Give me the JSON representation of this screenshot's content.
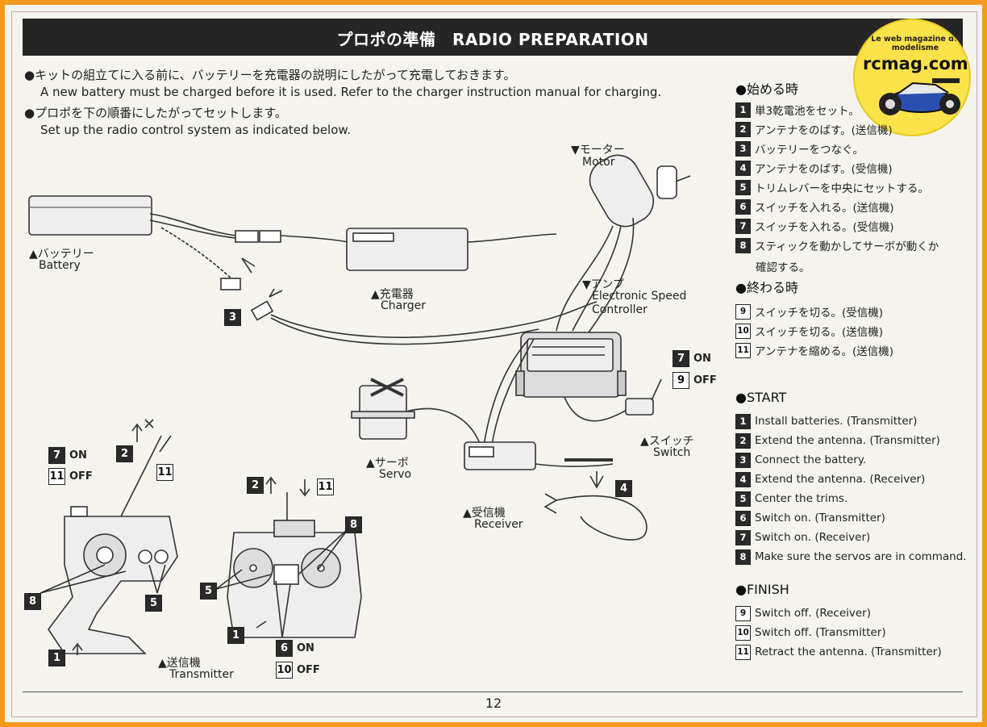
{
  "header": {
    "title": "プロポの準備　RADIO PREPARATION"
  },
  "intro": {
    "line1_jp": "●キットの組立てに入る前に、バッテリーを充電器の説明にしたがって充電しておきます。",
    "line1_en": "A new battery must be charged before it is used. Refer to the charger instruction manual for charging.",
    "line2_jp": "●プロポを下の順番にしたがってセットします。",
    "line2_en": "Set up the radio control system as indicated below."
  },
  "labels": {
    "battery_jp": "▲バッテリー",
    "battery_en": "Battery",
    "charger_jp": "▲充電器",
    "charger_en": "Charger",
    "motor_jp": "▼モーター",
    "motor_en": "Motor",
    "esc_jp": "▼アンプ",
    "esc_en1": "Electronic Speed",
    "esc_en2": "Controller",
    "servo_jp": "▲サーボ",
    "servo_en": "Servo",
    "switch_jp": "▲スイッチ",
    "switch_en": "Switch",
    "receiver_jp": "▲受信機",
    "receiver_en": "Receiver",
    "transmitter_jp": "▲送信機",
    "transmitter_en": "Transmitter"
  },
  "callouts": {
    "on": "ON",
    "off": "OFF",
    "n1": "1",
    "n2": "2",
    "n3": "3",
    "n4": "4",
    "n5": "5",
    "n6": "6",
    "n7": "7",
    "n8": "8",
    "n9": "9",
    "n10": "10",
    "n11": "11"
  },
  "start_jp": {
    "title": "●始める時",
    "steps": [
      {
        "n": "1",
        "text": "単3乾電池をセット。"
      },
      {
        "n": "2",
        "text": "アンテナをのばす。(送信機)"
      },
      {
        "n": "3",
        "text": "バッテリーをつなぐ。"
      },
      {
        "n": "4",
        "text": "アンテナをのばす。(受信機)"
      },
      {
        "n": "5",
        "text": "トリムレバーを中央にセットする。"
      },
      {
        "n": "6",
        "text": "スイッチを入れる。(送信機)"
      },
      {
        "n": "7",
        "text": "スイッチを入れる。(受信機)"
      },
      {
        "n": "8",
        "text": "スティックを動かしてサーボが動くか"
      }
    ],
    "step8_cont": "確認する。"
  },
  "finish_jp": {
    "title": "●終わる時",
    "steps": [
      {
        "n": "9",
        "text": "スイッチを切る。(受信機)"
      },
      {
        "n": "10",
        "text": "スイッチを切る。(送信機)"
      },
      {
        "n": "11",
        "text": "アンテナを縮める。(送信機)"
      }
    ]
  },
  "start_en": {
    "title": "●START",
    "steps": [
      {
        "n": "1",
        "text": "Install batteries. (Transmitter)"
      },
      {
        "n": "2",
        "text": "Extend the antenna. (Transmitter)"
      },
      {
        "n": "3",
        "text": "Connect the battery."
      },
      {
        "n": "4",
        "text": "Extend the antenna. (Receiver)"
      },
      {
        "n": "5",
        "text": "Center the trims."
      },
      {
        "n": "6",
        "text": "Switch on.  (Transmitter)"
      },
      {
        "n": "7",
        "text": "Switch on.  (Receiver)"
      },
      {
        "n": "8",
        "text": "Make sure the servos are in command."
      }
    ]
  },
  "finish_en": {
    "title": "●FINISH",
    "steps": [
      {
        "n": "9",
        "text": "Switch off.  (Receiver)"
      },
      {
        "n": "10",
        "text": "Switch off.  (Transmitter)"
      },
      {
        "n": "11",
        "text": "Retract the antenna. (Transmitter)"
      }
    ]
  },
  "logo": {
    "main": "rcmag.com",
    "arc": "Le web magazine du modelisme"
  },
  "page_number": "12"
}
